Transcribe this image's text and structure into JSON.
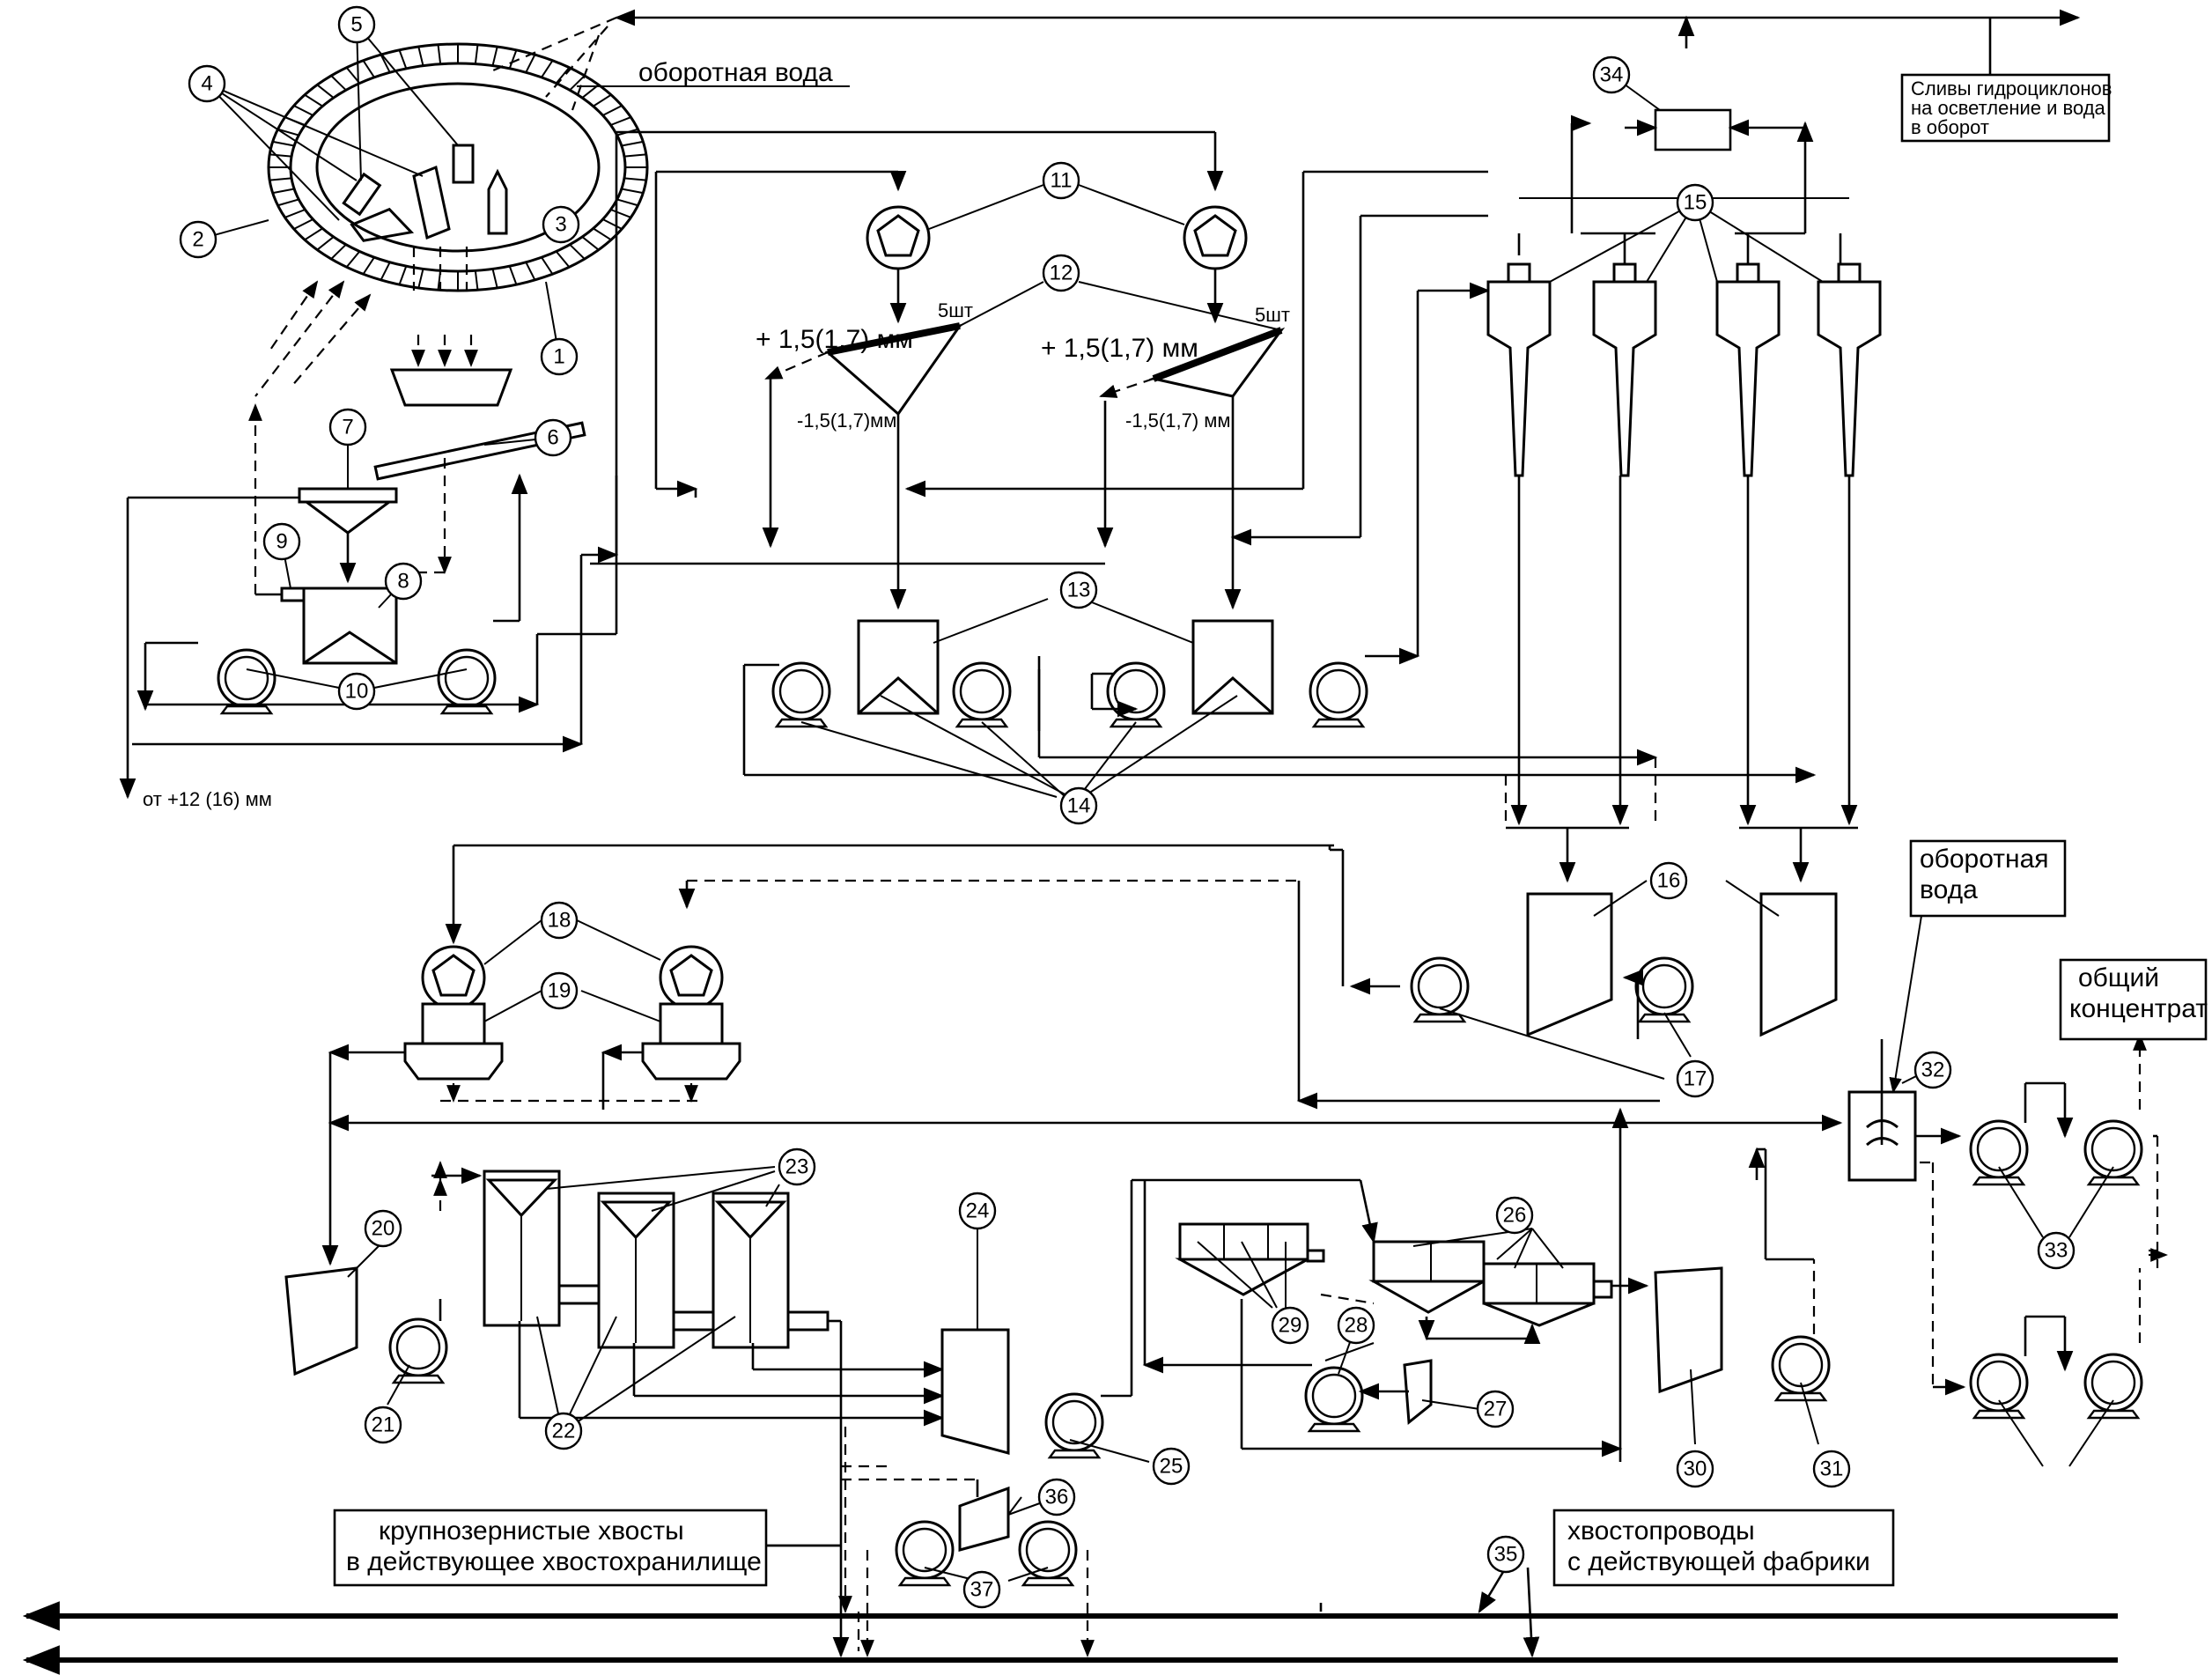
{
  "labels": {
    "recycled_water_top": "оборотная вода",
    "hydrocyclone_overflow": [
      "Сливы гидроциклонов",
      "на осветление и вода",
      "в оборот"
    ],
    "oversize_12": "от +12 (16) мм",
    "plus_15_a": "+ 1,5(1,7) мм",
    "plus_15_b": "+ 1,5(1,7) мм",
    "minus_15_a": "-1,5(1,7)мм",
    "minus_15_b": "-1,5(1,7) мм",
    "qty_a": "5шт",
    "qty_b": "5шт",
    "recycled_water_mid": [
      "оборотная",
      "вода"
    ],
    "total_concentrate": [
      "общий",
      "концентрат"
    ],
    "coarse_tails": [
      "крупнозернистые хвосты",
      "в действующее  хвостохранилище"
    ],
    "tailings_lines": [
      "хвостопроводы",
      "с действующей фабрики"
    ]
  },
  "numbers": [
    "1",
    "2",
    "3",
    "4",
    "5",
    "6",
    "7",
    "8",
    "9",
    "10",
    "11",
    "12",
    "13",
    "14",
    "15",
    "16",
    "17",
    "18",
    "19",
    "20",
    "21",
    "22",
    "23",
    "24",
    "25",
    "26",
    "27",
    "28",
    "29",
    "30",
    "31",
    "32",
    "33",
    "34",
    "35",
    "36",
    "37"
  ]
}
